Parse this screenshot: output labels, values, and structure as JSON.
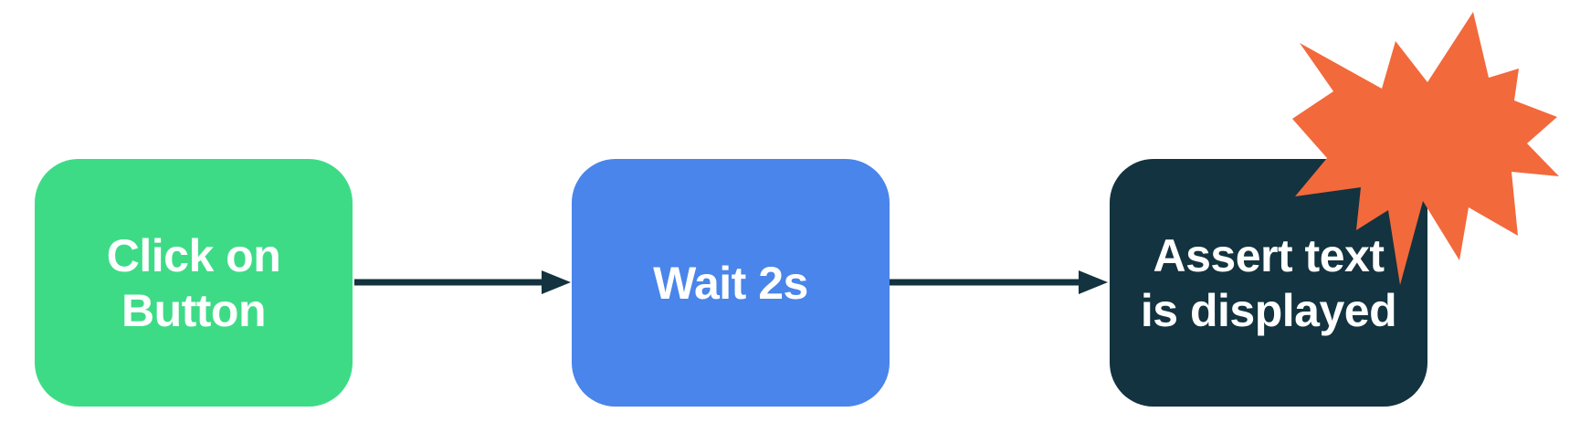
{
  "diagram": {
    "type": "flowchart",
    "direction": "left-to-right",
    "nodes": [
      {
        "id": "step-1",
        "label": "Click on\nButton",
        "color_key": "green",
        "shape": "rounded-rect"
      },
      {
        "id": "step-2",
        "label": "Wait 2s",
        "color_key": "blue",
        "shape": "rounded-rect"
      },
      {
        "id": "step-3",
        "label": "Assert text\nis displayed",
        "color_key": "navy",
        "shape": "rounded-rect"
      }
    ],
    "connectors": [
      {
        "from": "step-1",
        "to": "step-2",
        "style": "solid-arrow"
      },
      {
        "from": "step-2",
        "to": "step-3",
        "style": "solid-arrow"
      }
    ],
    "decorations": [
      {
        "type": "burst-explosion",
        "attached_to": "step-3",
        "position": "top-right-corner",
        "color_key": "orange"
      }
    ]
  },
  "colors": {
    "green": "#3edb87",
    "blue": "#4985ea",
    "navy": "#12333f",
    "orange": "#f2693c",
    "arrow": "#12333f",
    "text": "#ffffff",
    "background": "#ffffff"
  }
}
